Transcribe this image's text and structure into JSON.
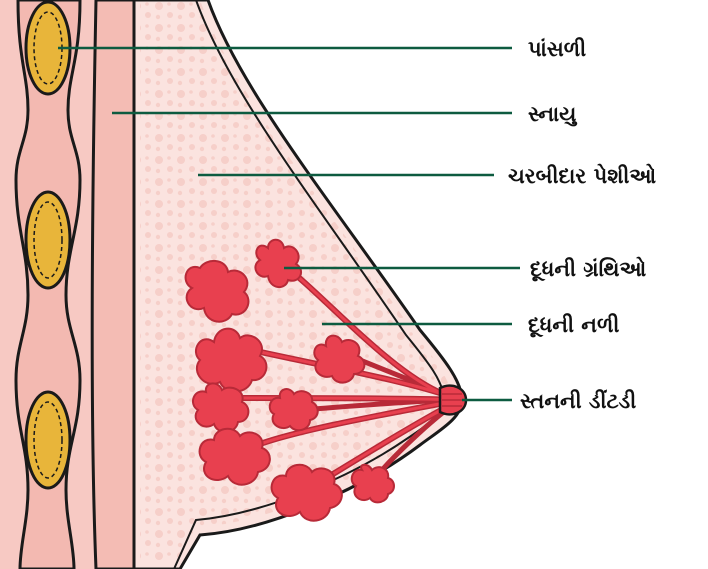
{
  "diagram": {
    "labels": {
      "rib": "પાંસળી",
      "muscle": "સ્નાયુ",
      "fatty_tissue": "ચરબીદાર પેશીઓ",
      "milk_glands": "દૂધની ગ્રંથિઓ",
      "milk_duct": "દૂધની નળી",
      "nipple": "સ્તનની ડીંટડી"
    },
    "colors": {
      "skin": "#f7c9c3",
      "tissue": "#fbe3df",
      "outline": "#1a1a1a",
      "rib_fill": "#e8b53a",
      "gland": "#e8404f",
      "gland_dark": "#b82a38",
      "leader_line": "#0d5b40"
    }
  }
}
